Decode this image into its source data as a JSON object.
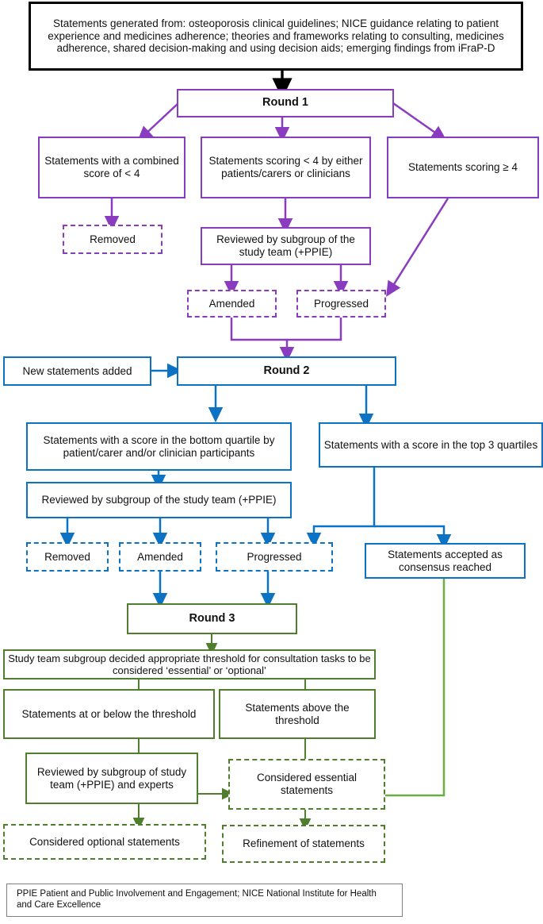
{
  "diagram": {
    "title": "Delphi consensus process flowchart",
    "colors": {
      "round1": "#8A3CC0",
      "round2": "#0C72C4",
      "round3": "#4F7F2E",
      "accent_green_link": "#6BAD45",
      "source_box": "#000000",
      "legend_box": "#808080"
    }
  },
  "source": {
    "text": "Statements generated from: osteoporosis clinical guidelines; NICE guidance relating to patient experience and medicines adherence; theories and frameworks relating to consulting, medicines adherence, shared decision-making and using decision aids; emerging findings from iFraP-D"
  },
  "round1": {
    "header": "Round 1",
    "combined_low": "Statements with a combined score of < 4",
    "removed": "Removed",
    "either_low": "Statements scoring < 4 by either patients/carers or clinicians",
    "reviewed": "Reviewed by subgroup of the study team (+PPIE)",
    "amended": "Amended",
    "progressed": "Progressed",
    "scoring_high": "Statements scoring ≥ 4"
  },
  "round2": {
    "new_statements": "New statements added",
    "header": "Round 2",
    "bottom_quartile": "Statements with a score in the bottom quartile by patient/carer and/or clinician participants",
    "reviewed": "Reviewed by subgroup of the study team (+PPIE)",
    "removed": "Removed",
    "amended": "Amended",
    "progressed": "Progressed",
    "top_quartiles": "Statements with a score in the top 3 quartiles",
    "consensus": "Statements accepted as consensus reached"
  },
  "round3": {
    "header": "Round 3",
    "threshold_decision": "Study team subgroup decided appropriate threshold for consultation tasks to be considered ‘essential’ or ‘optional’",
    "at_or_below": "Statements at or below the threshold",
    "above": "Statements above the threshold",
    "reviewed_experts": "Reviewed by subgroup of study team (+PPIE) and experts",
    "essential": "Considered essential statements",
    "optional": "Considered optional statements",
    "refinement": "Refinement of statements"
  },
  "legend": {
    "text": "PPIE Patient and Public Involvement and Engagement; NICE National Institute for Health and Care Excellence"
  }
}
